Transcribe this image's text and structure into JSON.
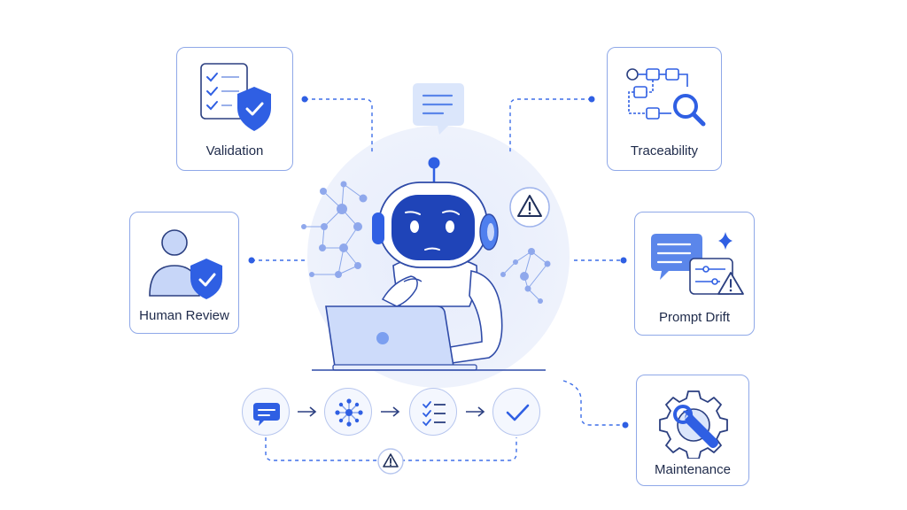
{
  "cards": {
    "validation": {
      "label": "Validation",
      "icon": "checklist-shield-icon"
    },
    "traceability": {
      "label": "Traceability",
      "icon": "flow-magnifier-icon"
    },
    "human_review": {
      "label": "Human Review",
      "icon": "person-shield-icon"
    },
    "prompt_drift": {
      "label": "Prompt Drift",
      "icon": "chat-sliders-warning-icon"
    },
    "maintenance": {
      "label": "Maintenance",
      "icon": "gear-wrench-icon"
    }
  },
  "center": {
    "figure": "robot-at-laptop-illustration",
    "speech_icon": "speech-bubble-icon",
    "warning_icon": "warning-icon"
  },
  "flow": {
    "steps": [
      "chat-icon",
      "network-icon",
      "checklist-icon",
      "check-icon"
    ],
    "loop_icon": "warning-icon"
  },
  "colors": {
    "primary": "#2f5fe3",
    "accent_light": "#e8eefc",
    "border": "#8fa8e8"
  }
}
